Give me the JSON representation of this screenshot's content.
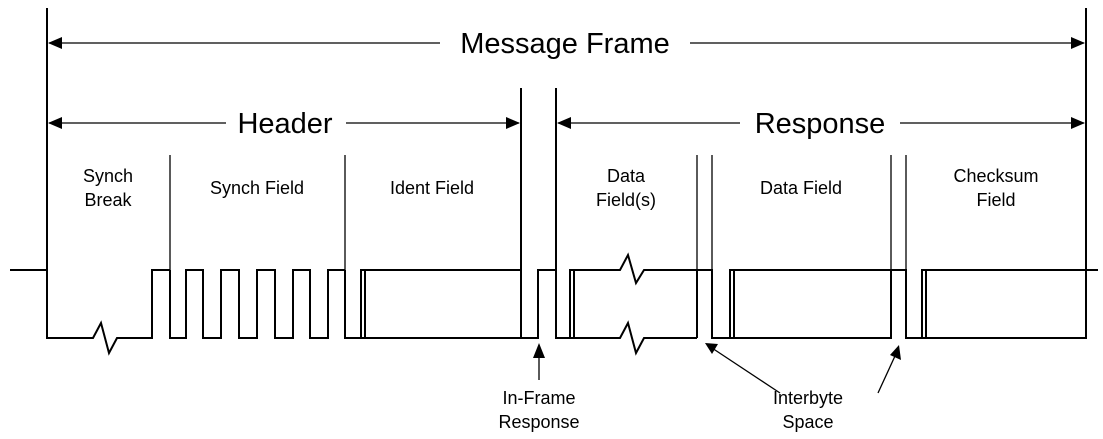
{
  "labels": {
    "message_frame": "Message Frame",
    "header": "Header",
    "response": "Response",
    "synch_break": [
      "Synch",
      "Break"
    ],
    "synch_field": "Synch Field",
    "ident_field": "Ident Field",
    "data_fields": [
      "Data",
      "Field(s)"
    ],
    "data_field": "Data Field",
    "checksum_field": [
      "Checksum",
      "Field"
    ],
    "in_frame_response": [
      "In-Frame",
      "Response"
    ],
    "interbyte_space": [
      "Interbyte",
      "Space"
    ]
  }
}
